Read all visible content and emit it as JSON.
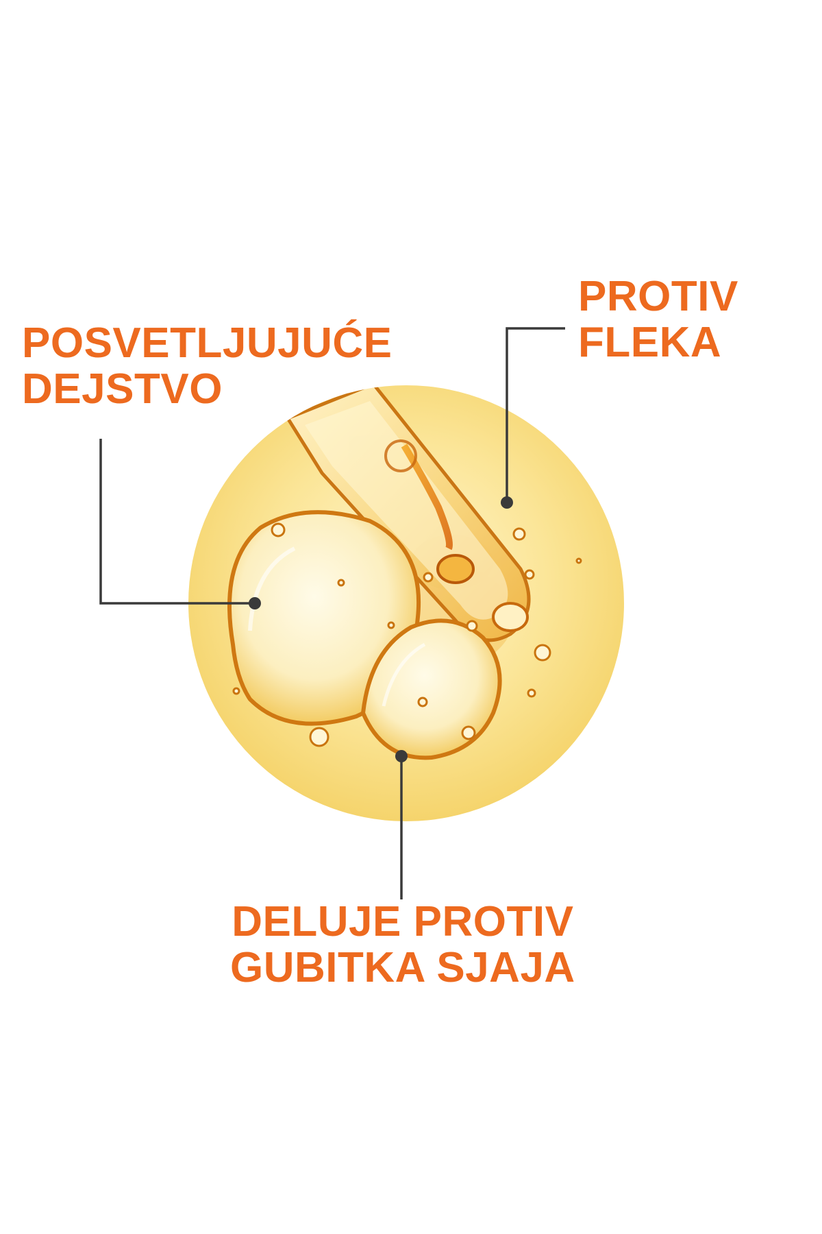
{
  "callouts": {
    "brightening": {
      "line1": "POSVETLJUJUĆE",
      "line2": "DEJSTVO"
    },
    "spots": {
      "line1": "PROTIV",
      "line2": "FLEKA"
    },
    "glow": {
      "line1": "DELUJE PROTIV",
      "line2": "GUBITKA SJAJA"
    }
  },
  "colors": {
    "accent_text": "#ed6a1f",
    "leader_line": "#3a3a3a",
    "serum_light": "#fff3c4",
    "serum_mid": "#f7d36a",
    "serum_deep": "#e07a10"
  },
  "illustration": {
    "subject": "serum-droplet-bubbles"
  }
}
